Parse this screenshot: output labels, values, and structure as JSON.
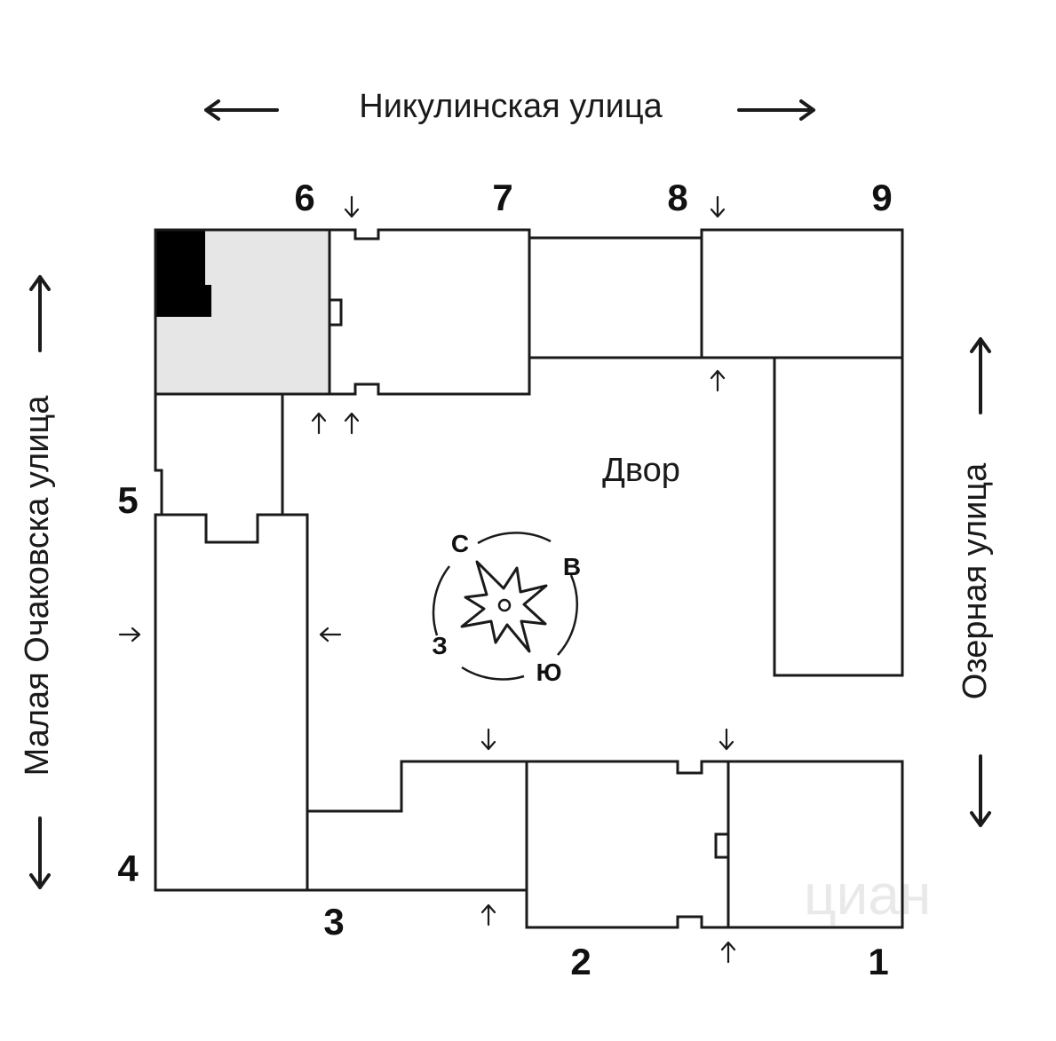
{
  "streets": {
    "top": "Никулинская улица",
    "left": "Малая Очаковска улица",
    "right": "Озерная улица"
  },
  "yard_label": "Двор",
  "section_numbers": [
    "1",
    "2",
    "3",
    "4",
    "5",
    "6",
    "7",
    "8",
    "9"
  ],
  "compass": {
    "north": "С",
    "east": "В",
    "south": "Ю",
    "west": "З"
  },
  "watermark": "циан",
  "colors": {
    "highlight_section": "#e6e6e6",
    "selected_unit": "#000000",
    "lines": "#1a1a1a"
  }
}
